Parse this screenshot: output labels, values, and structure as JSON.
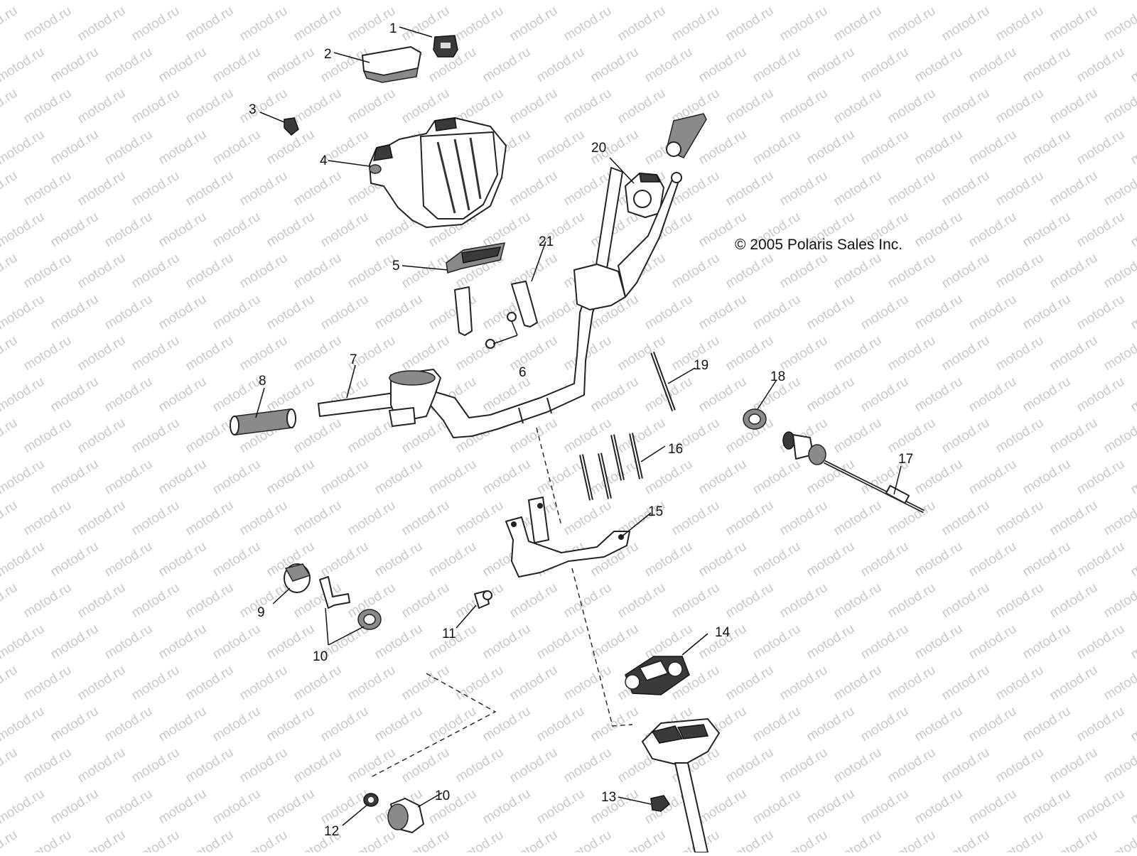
{
  "copyright": "© 2005 Polaris Sales Inc.",
  "watermark": "motod.ru",
  "callouts": [
    {
      "id": "c1",
      "label": "1"
    },
    {
      "id": "c2",
      "label": "2"
    },
    {
      "id": "c3",
      "label": "3"
    },
    {
      "id": "c4",
      "label": "4"
    },
    {
      "id": "c5",
      "label": "5"
    },
    {
      "id": "c6",
      "label": "6"
    },
    {
      "id": "c7",
      "label": "7"
    },
    {
      "id": "c8",
      "label": "8"
    },
    {
      "id": "c9",
      "label": "9"
    },
    {
      "id": "c10a",
      "label": "10"
    },
    {
      "id": "c10b",
      "label": "10"
    },
    {
      "id": "c11",
      "label": "11"
    },
    {
      "id": "c12",
      "label": "12"
    },
    {
      "id": "c13",
      "label": "13"
    },
    {
      "id": "c14",
      "label": "14"
    },
    {
      "id": "c15",
      "label": "15"
    },
    {
      "id": "c16",
      "label": "16"
    },
    {
      "id": "c17",
      "label": "17"
    },
    {
      "id": "c18",
      "label": "18"
    },
    {
      "id": "c19",
      "label": "19"
    },
    {
      "id": "c20",
      "label": "20"
    },
    {
      "id": "c21",
      "label": "21"
    }
  ]
}
